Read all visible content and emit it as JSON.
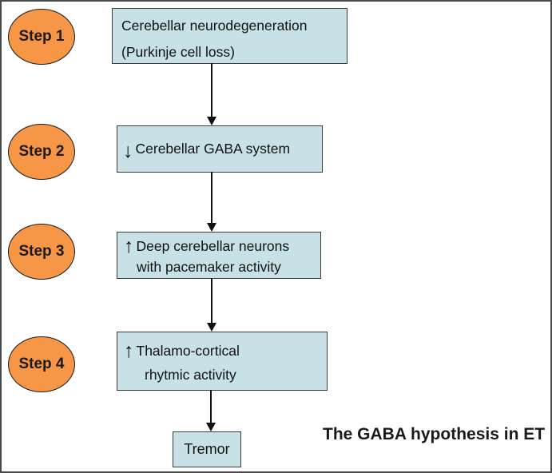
{
  "steps": [
    {
      "label": "Step 1"
    },
    {
      "label": "Step 2"
    },
    {
      "label": "Step 3"
    },
    {
      "label": "Step 4"
    }
  ],
  "boxes": {
    "box1": {
      "line1": "Cerebellar neurodegeneration",
      "line2": "(Purkinje cell loss)"
    },
    "box2": {
      "arrow": "↓",
      "text": "Cerebellar GABA system"
    },
    "box3": {
      "arrow": "↑",
      "line1": "Deep cerebellar neurons",
      "line2": "with pacemaker activity"
    },
    "box4": {
      "arrow": "↑",
      "line1": "Thalamo-cortical",
      "line2": "rhytmic activity"
    },
    "tremor": {
      "text": "Tremor"
    }
  },
  "caption": "The GABA hypothesis in ET",
  "colors": {
    "ellipse_fill": "#F79646",
    "ellipse_border": "#1a1a1a",
    "box_fill": "#c7e1e6",
    "box_border": "#3b3b3b",
    "frame_border": "#4a4a4a"
  }
}
